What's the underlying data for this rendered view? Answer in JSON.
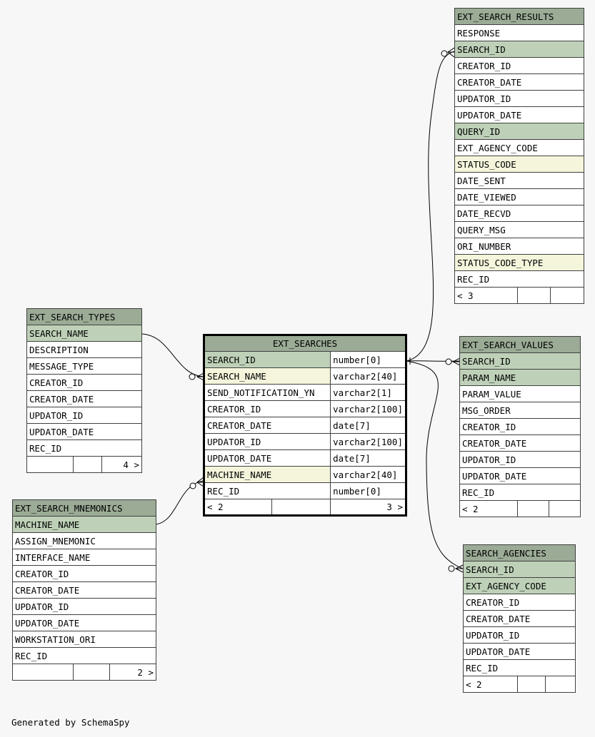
{
  "tables": {
    "ext_search_results": {
      "title": "EXT_SEARCH_RESULTS",
      "columns": [
        "RESPONSE",
        "SEARCH_ID",
        "CREATOR_ID",
        "CREATOR_DATE",
        "UPDATOR_ID",
        "UPDATOR_DATE",
        "QUERY_ID",
        "EXT_AGENCY_CODE",
        "STATUS_CODE",
        "DATE_SENT",
        "DATE_VIEWED",
        "DATE_RECVD",
        "QUERY_MSG",
        "ORI_NUMBER",
        "STATUS_CODE_TYPE",
        "REC_ID"
      ],
      "footer": [
        "< 3",
        "",
        ""
      ]
    },
    "ext_search_types": {
      "title": "EXT_SEARCH_TYPES",
      "columns": [
        "SEARCH_NAME",
        "DESCRIPTION",
        "MESSAGE_TYPE",
        "CREATOR_ID",
        "CREATOR_DATE",
        "UPDATOR_ID",
        "UPDATOR_DATE",
        "REC_ID"
      ],
      "footer": [
        "",
        "",
        "4 >"
      ]
    },
    "ext_searches": {
      "title": "EXT_SEARCHES",
      "columns": [
        {
          "name": "SEARCH_ID",
          "type": "number[0]"
        },
        {
          "name": "SEARCH_NAME",
          "type": "varchar2[40]"
        },
        {
          "name": "SEND_NOTIFICATION_YN",
          "type": "varchar2[1]"
        },
        {
          "name": "CREATOR_ID",
          "type": "varchar2[100]"
        },
        {
          "name": "CREATOR_DATE",
          "type": "date[7]"
        },
        {
          "name": "UPDATOR_ID",
          "type": "varchar2[100]"
        },
        {
          "name": "UPDATOR_DATE",
          "type": "date[7]"
        },
        {
          "name": "MACHINE_NAME",
          "type": "varchar2[40]"
        },
        {
          "name": "REC_ID",
          "type": "number[0]"
        }
      ],
      "footer": [
        "< 2",
        "",
        "3 >"
      ]
    },
    "ext_search_values": {
      "title": "EXT_SEARCH_VALUES",
      "columns": [
        "SEARCH_ID",
        "PARAM_NAME",
        "PARAM_VALUE",
        "MSG_ORDER",
        "CREATOR_ID",
        "CREATOR_DATE",
        "UPDATOR_ID",
        "UPDATOR_DATE",
        "REC_ID"
      ],
      "footer": [
        "< 2",
        "",
        ""
      ]
    },
    "ext_search_mnemonics": {
      "title": "EXT_SEARCH_MNEMONICS",
      "columns": [
        "MACHINE_NAME",
        "ASSIGN_MNEMONIC",
        "INTERFACE_NAME",
        "CREATOR_ID",
        "CREATOR_DATE",
        "UPDATOR_ID",
        "UPDATOR_DATE",
        "WORKSTATION_ORI",
        "REC_ID"
      ],
      "footer": [
        "",
        "",
        "2 >"
      ]
    },
    "search_agencies": {
      "title": "SEARCH_AGENCIES",
      "columns": [
        "SEARCH_ID",
        "EXT_AGENCY_CODE",
        "CREATOR_ID",
        "CREATOR_DATE",
        "UPDATOR_ID",
        "UPDATOR_DATE",
        "REC_ID"
      ],
      "footer": [
        "< 2",
        "",
        ""
      ]
    }
  },
  "colors": {
    "background": "#f7f7f7",
    "title_fill": "#9bab96",
    "key_fill": "#bed1b8",
    "index_fill": "#f5f5dc",
    "border": "#404040"
  },
  "footer_text": "Generated by SchemaSpy"
}
